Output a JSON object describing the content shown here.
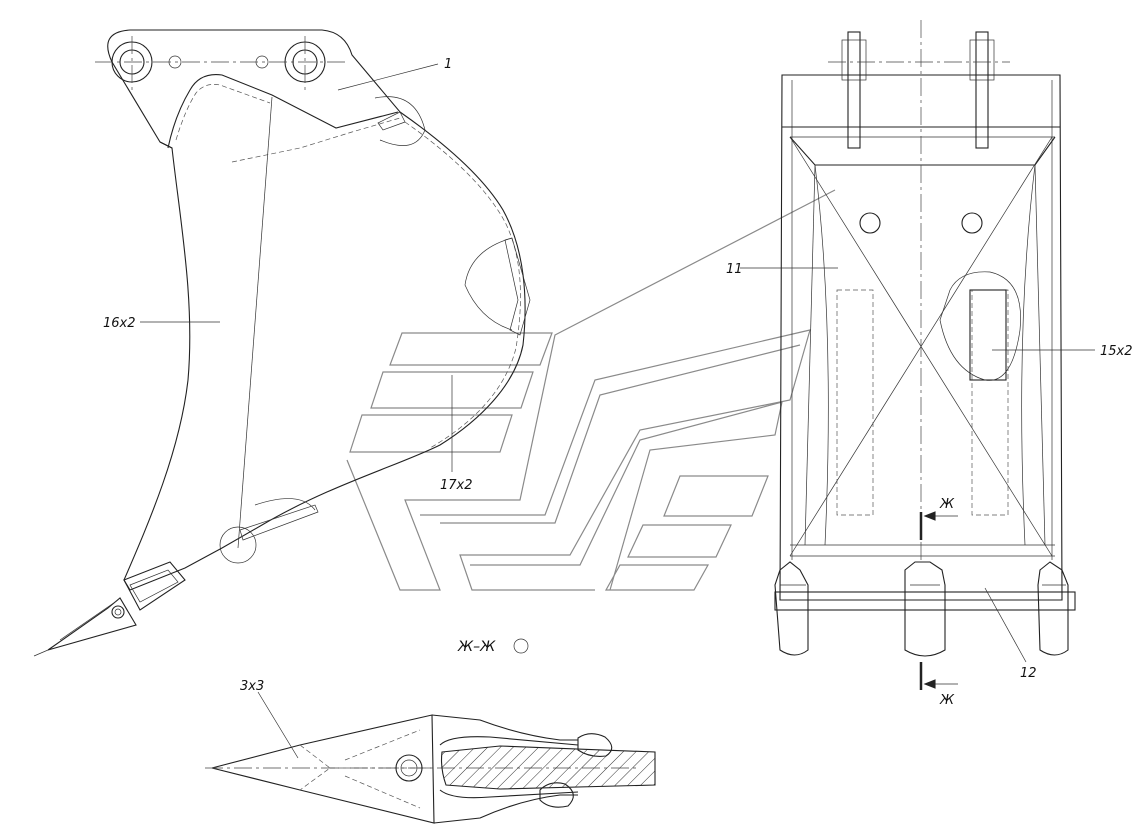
{
  "callouts": {
    "part_1": "1",
    "part_16": "16x2",
    "part_17": "17x2",
    "part_11": "11",
    "part_15": "15x2",
    "part_12": "12",
    "part_3": "3x3"
  },
  "section": {
    "label": "Ж–Ж",
    "mark_top": "Ж",
    "mark_bottom": "Ж"
  }
}
